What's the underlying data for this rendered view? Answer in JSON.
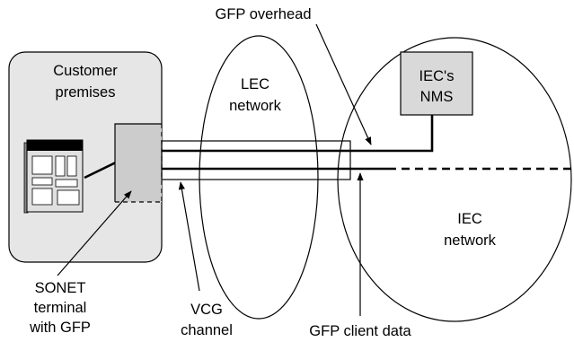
{
  "customer_premises": {
    "line1": "Customer",
    "line2": "premises"
  },
  "lec_network": {
    "line1": "LEC",
    "line2": "network"
  },
  "iec_network": {
    "line1": "IEC",
    "line2": "network"
  },
  "iec_nms": {
    "line1": "IEC's",
    "line2": "NMS"
  },
  "callouts": {
    "gfp_overhead": "GFP overhead",
    "sonet_terminal": {
      "line1": "SONET",
      "line2": "terminal",
      "line3": "with GFP"
    },
    "vcg_channel": {
      "line1": "VCG",
      "line2": "channel"
    },
    "gfp_client_data": "GFP client data"
  },
  "icons": {
    "customer_equipment": "computer-tower-icon"
  },
  "colors": {
    "premises_fill": "#e6e6e6",
    "terminal_fill": "#cccccc",
    "nms_fill": "#d9d9d9",
    "equipment_fill": "#e0e0e0",
    "line": "#000000"
  }
}
